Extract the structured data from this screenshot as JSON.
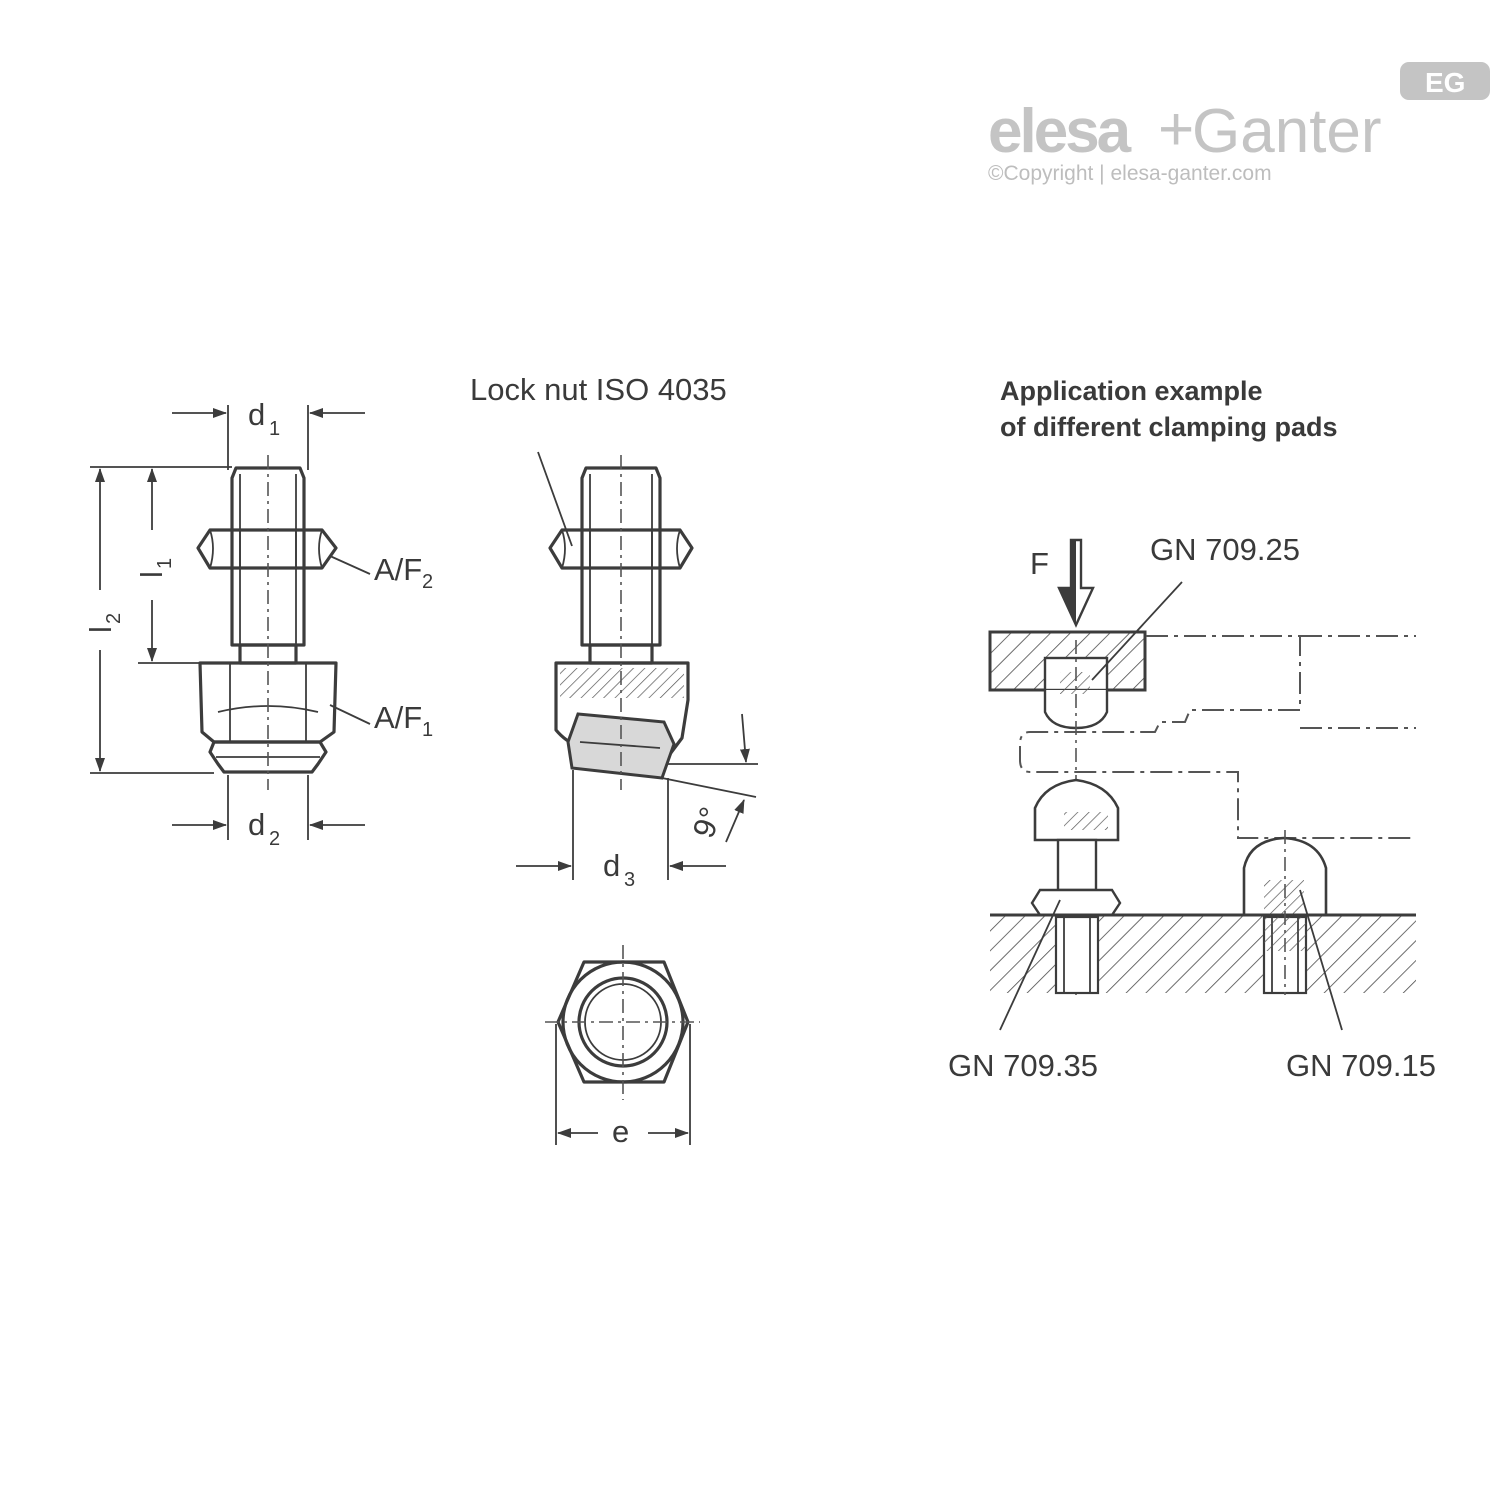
{
  "logo": {
    "brand_left": "elesa",
    "plus": "+",
    "brand_right": "Ganter",
    "badge": "EG",
    "copyright": "©Copyright | elesa-ganter.com",
    "color": "#c4c4c4"
  },
  "view1": {
    "d1": {
      "main": "d",
      "sub": "1"
    },
    "d2": {
      "main": "d",
      "sub": "2"
    },
    "l1": {
      "main": "l",
      "sub": "1"
    },
    "l2": {
      "main": "l",
      "sub": "2"
    },
    "af2": {
      "main": "A/F",
      "sub": "2"
    },
    "af1": {
      "main": "A/F",
      "sub": "1"
    }
  },
  "view2": {
    "lock_nut": "Lock nut ISO 4035",
    "d3": {
      "main": "d",
      "sub": "3"
    },
    "angle": "9°"
  },
  "view3": {
    "e": "e"
  },
  "application": {
    "title_line1": "Application example",
    "title_line2": "of different clamping pads",
    "force": "F",
    "pad_top": "GN 709.25",
    "pad_bottom_left": "GN 709.35",
    "pad_bottom_right": "GN 709.15"
  }
}
